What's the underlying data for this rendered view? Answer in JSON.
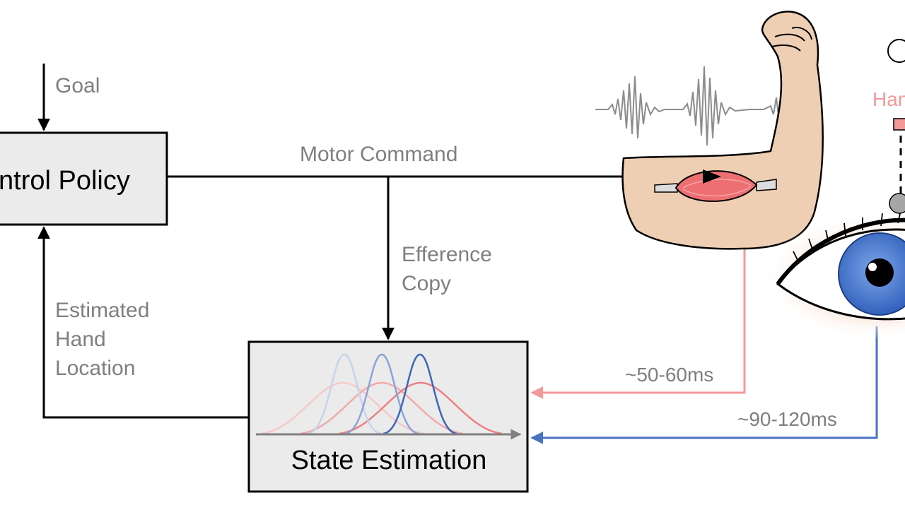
{
  "labels": {
    "goal": "Goal",
    "control_policy": "ntrol Policy",
    "motor_command": "Motor Command",
    "efference_line1": "Efference",
    "efference_line2": "Copy",
    "estimated_line1": "Estimated",
    "estimated_line2": "Hand",
    "estimated_line3": "Location",
    "state_estimation": "State Estimation",
    "proprio_delay": "~50-60ms",
    "visual_delay": "~90-120ms",
    "hand_partial": "Han"
  },
  "colors": {
    "box_fill": "#ebebeb",
    "stroke": "#000000",
    "label_gray": "#7f7f7f",
    "proprio": "#f4999a",
    "visual": "#4a72c2",
    "muscle": "#ee6f72",
    "skin": "#efcfb3",
    "signal": "#8c8c8c"
  },
  "icons": {
    "arm": "flexed-arm-icon",
    "muscle": "muscle-icon",
    "emg": "emg-signal-icon",
    "eye": "eye-icon"
  }
}
